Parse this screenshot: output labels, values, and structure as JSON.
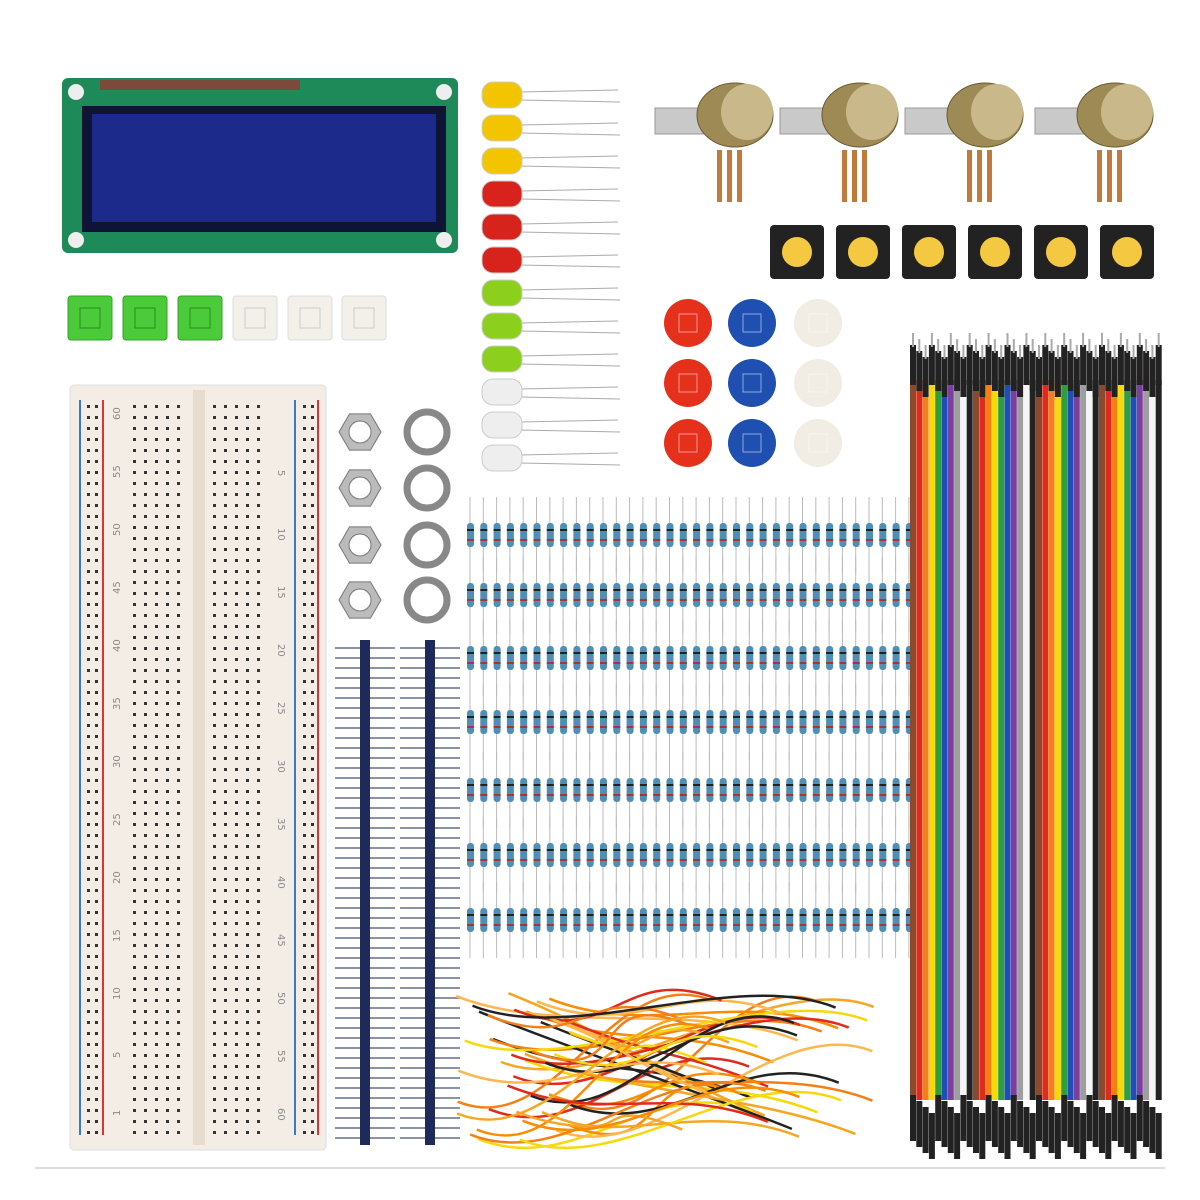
{
  "scene": {
    "background": "#ffffff",
    "components": [
      "lcd-module",
      "leds",
      "potentiometers",
      "tactile-switches",
      "button-caps",
      "square-caps",
      "breadboard",
      "hex-nuts",
      "pin-headers",
      "resistors",
      "jumper-wires",
      "dupont-ribbon-cable"
    ]
  },
  "breadboard": {
    "left_numbers": [
      "60",
      "55",
      "50",
      "45",
      "40",
      "35",
      "30",
      "25",
      "20",
      "15",
      "10",
      "5",
      "1"
    ],
    "right_numbers": [
      "5",
      "10",
      "15",
      "20",
      "25",
      "30",
      "35",
      "40",
      "45",
      "50",
      "55",
      "60"
    ]
  },
  "colors": {
    "lcd_board": "#1e8a5a",
    "lcd_screen": "#1a237e",
    "led_yellow": "#f2c500",
    "led_red": "#d8231c",
    "led_green": "#8ccf1c",
    "led_white": "#eeeeee",
    "cap_red": "#e5311c",
    "cap_blue": "#1f4fb0",
    "cap_white": "#f1ece4",
    "resistor_body": "#4f8fb5",
    "ribbon": [
      "#8b4a2b",
      "#e02a1c",
      "#f57f17",
      "#f5d90a",
      "#2e9e3e",
      "#1e4fb8",
      "#7b3fa0",
      "#9e9e9e",
      "#f5f5f5",
      "#222222"
    ]
  }
}
